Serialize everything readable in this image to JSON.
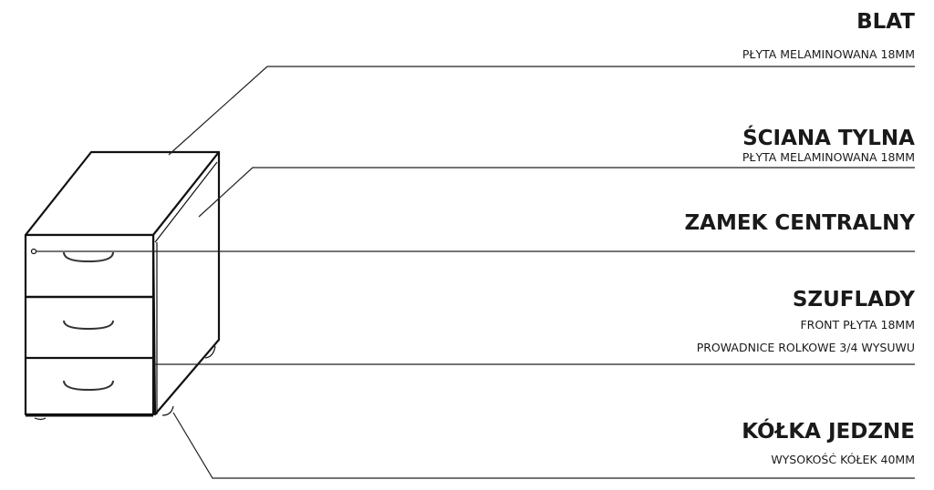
{
  "labels": {
    "blat": {
      "title": "BLAT",
      "desc": "PŁYTA MELAMINOWANA 18MM"
    },
    "sciana": {
      "title": "ŚCIANA TYLNA",
      "desc": "PŁYTA MELAMINOWANA 18MM"
    },
    "zamek": {
      "title": "ZAMEK CENTRALNY"
    },
    "szuflady": {
      "title": "SZUFLADY",
      "desc1": "FRONT PŁYTA 18MM",
      "desc2": "PROWADNICE ROLKOWE 3/4 WYSUWU"
    },
    "kolka": {
      "title": "KÓŁKA JEDZNE",
      "desc": "WYSOKOŚĆ KÓŁEK 40MM"
    }
  }
}
